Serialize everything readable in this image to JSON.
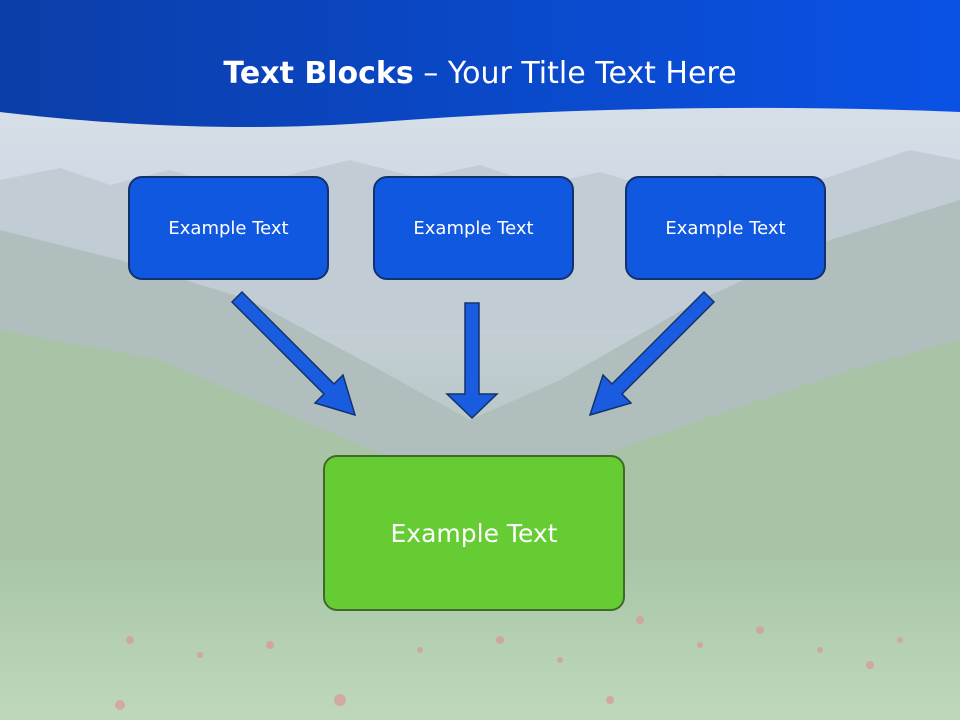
{
  "slide": {
    "title_bold": "Text Blocks",
    "title_dash": " – ",
    "title_rest": "Your Title Text Here"
  },
  "source_boxes": [
    {
      "label": "Example Text"
    },
    {
      "label": "Example Text"
    },
    {
      "label": "Example Text"
    }
  ],
  "target_box": {
    "label": "Example Text"
  },
  "colors": {
    "header_blue": "#0a3fb0",
    "box_blue": "#1058e0",
    "box_green": "#66cc33",
    "arrow_blue": "#1a5ce0"
  }
}
